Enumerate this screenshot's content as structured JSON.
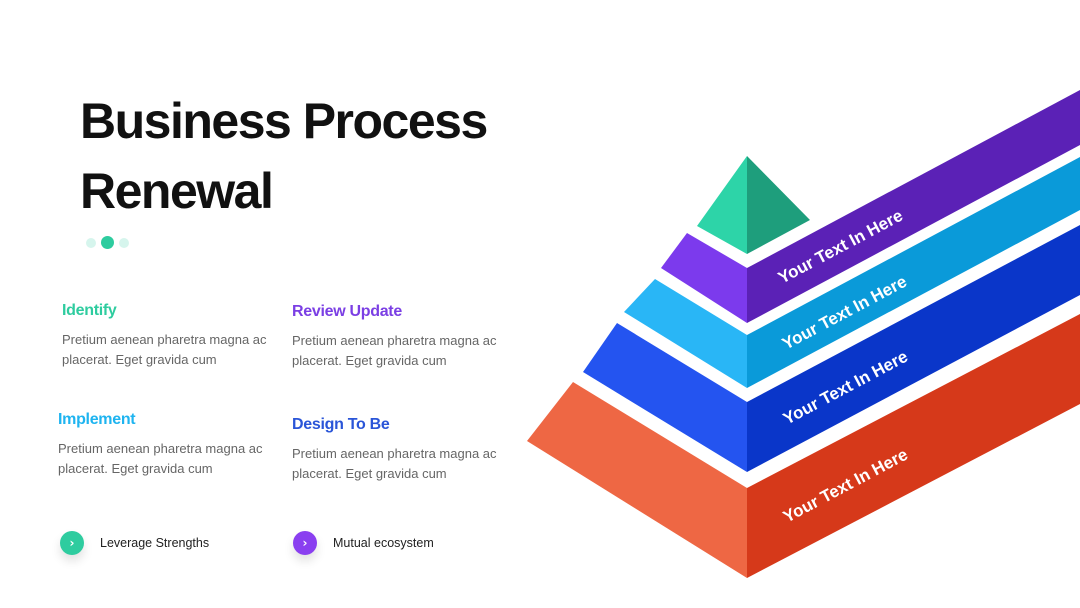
{
  "title": {
    "line1": "Business Process",
    "line2": "Renewal"
  },
  "items": [
    {
      "title": "Identify",
      "text": "Pretium aenean pharetra magna ac placerat. Eget gravida cum",
      "color": "#2ecc9f"
    },
    {
      "title": "Review Update",
      "text": "Pretium aenean pharetra magna ac placerat. Eget gravida cum",
      "color": "#7b3fe4"
    },
    {
      "title": "Implement",
      "text": "Pretium aenean pharetra magna ac placerat. Eget gravida cum",
      "color": "#1eb4f0"
    },
    {
      "title": "Design To Be",
      "text": "Pretium aenean pharetra magna ac placerat. Eget gravida cum",
      "color": "#2a55d8"
    }
  ],
  "bullets": [
    {
      "label": "Leverage Strengths",
      "icon": "chevron-right-icon",
      "color": "#2ecc9f"
    },
    {
      "label": "Mutual ecosystem",
      "icon": "chevron-right-icon",
      "color": "#8a3ff0"
    }
  ],
  "pyramid": {
    "cap_colors": [
      "#2dd4a8",
      "#1e9e7c"
    ],
    "layers": [
      {
        "label": "Your Text In Here",
        "front": "#7c3aed",
        "side": "#5b21b6"
      },
      {
        "label": "Your Text In Here",
        "front": "#29b6f6",
        "side": "#0a9ad9"
      },
      {
        "label": "Your Text In Here",
        "front": "#2454f0",
        "side": "#0a36c9"
      },
      {
        "label": "Your Text In Here",
        "front": "#ee6744",
        "side": "#d6391a"
      }
    ]
  }
}
